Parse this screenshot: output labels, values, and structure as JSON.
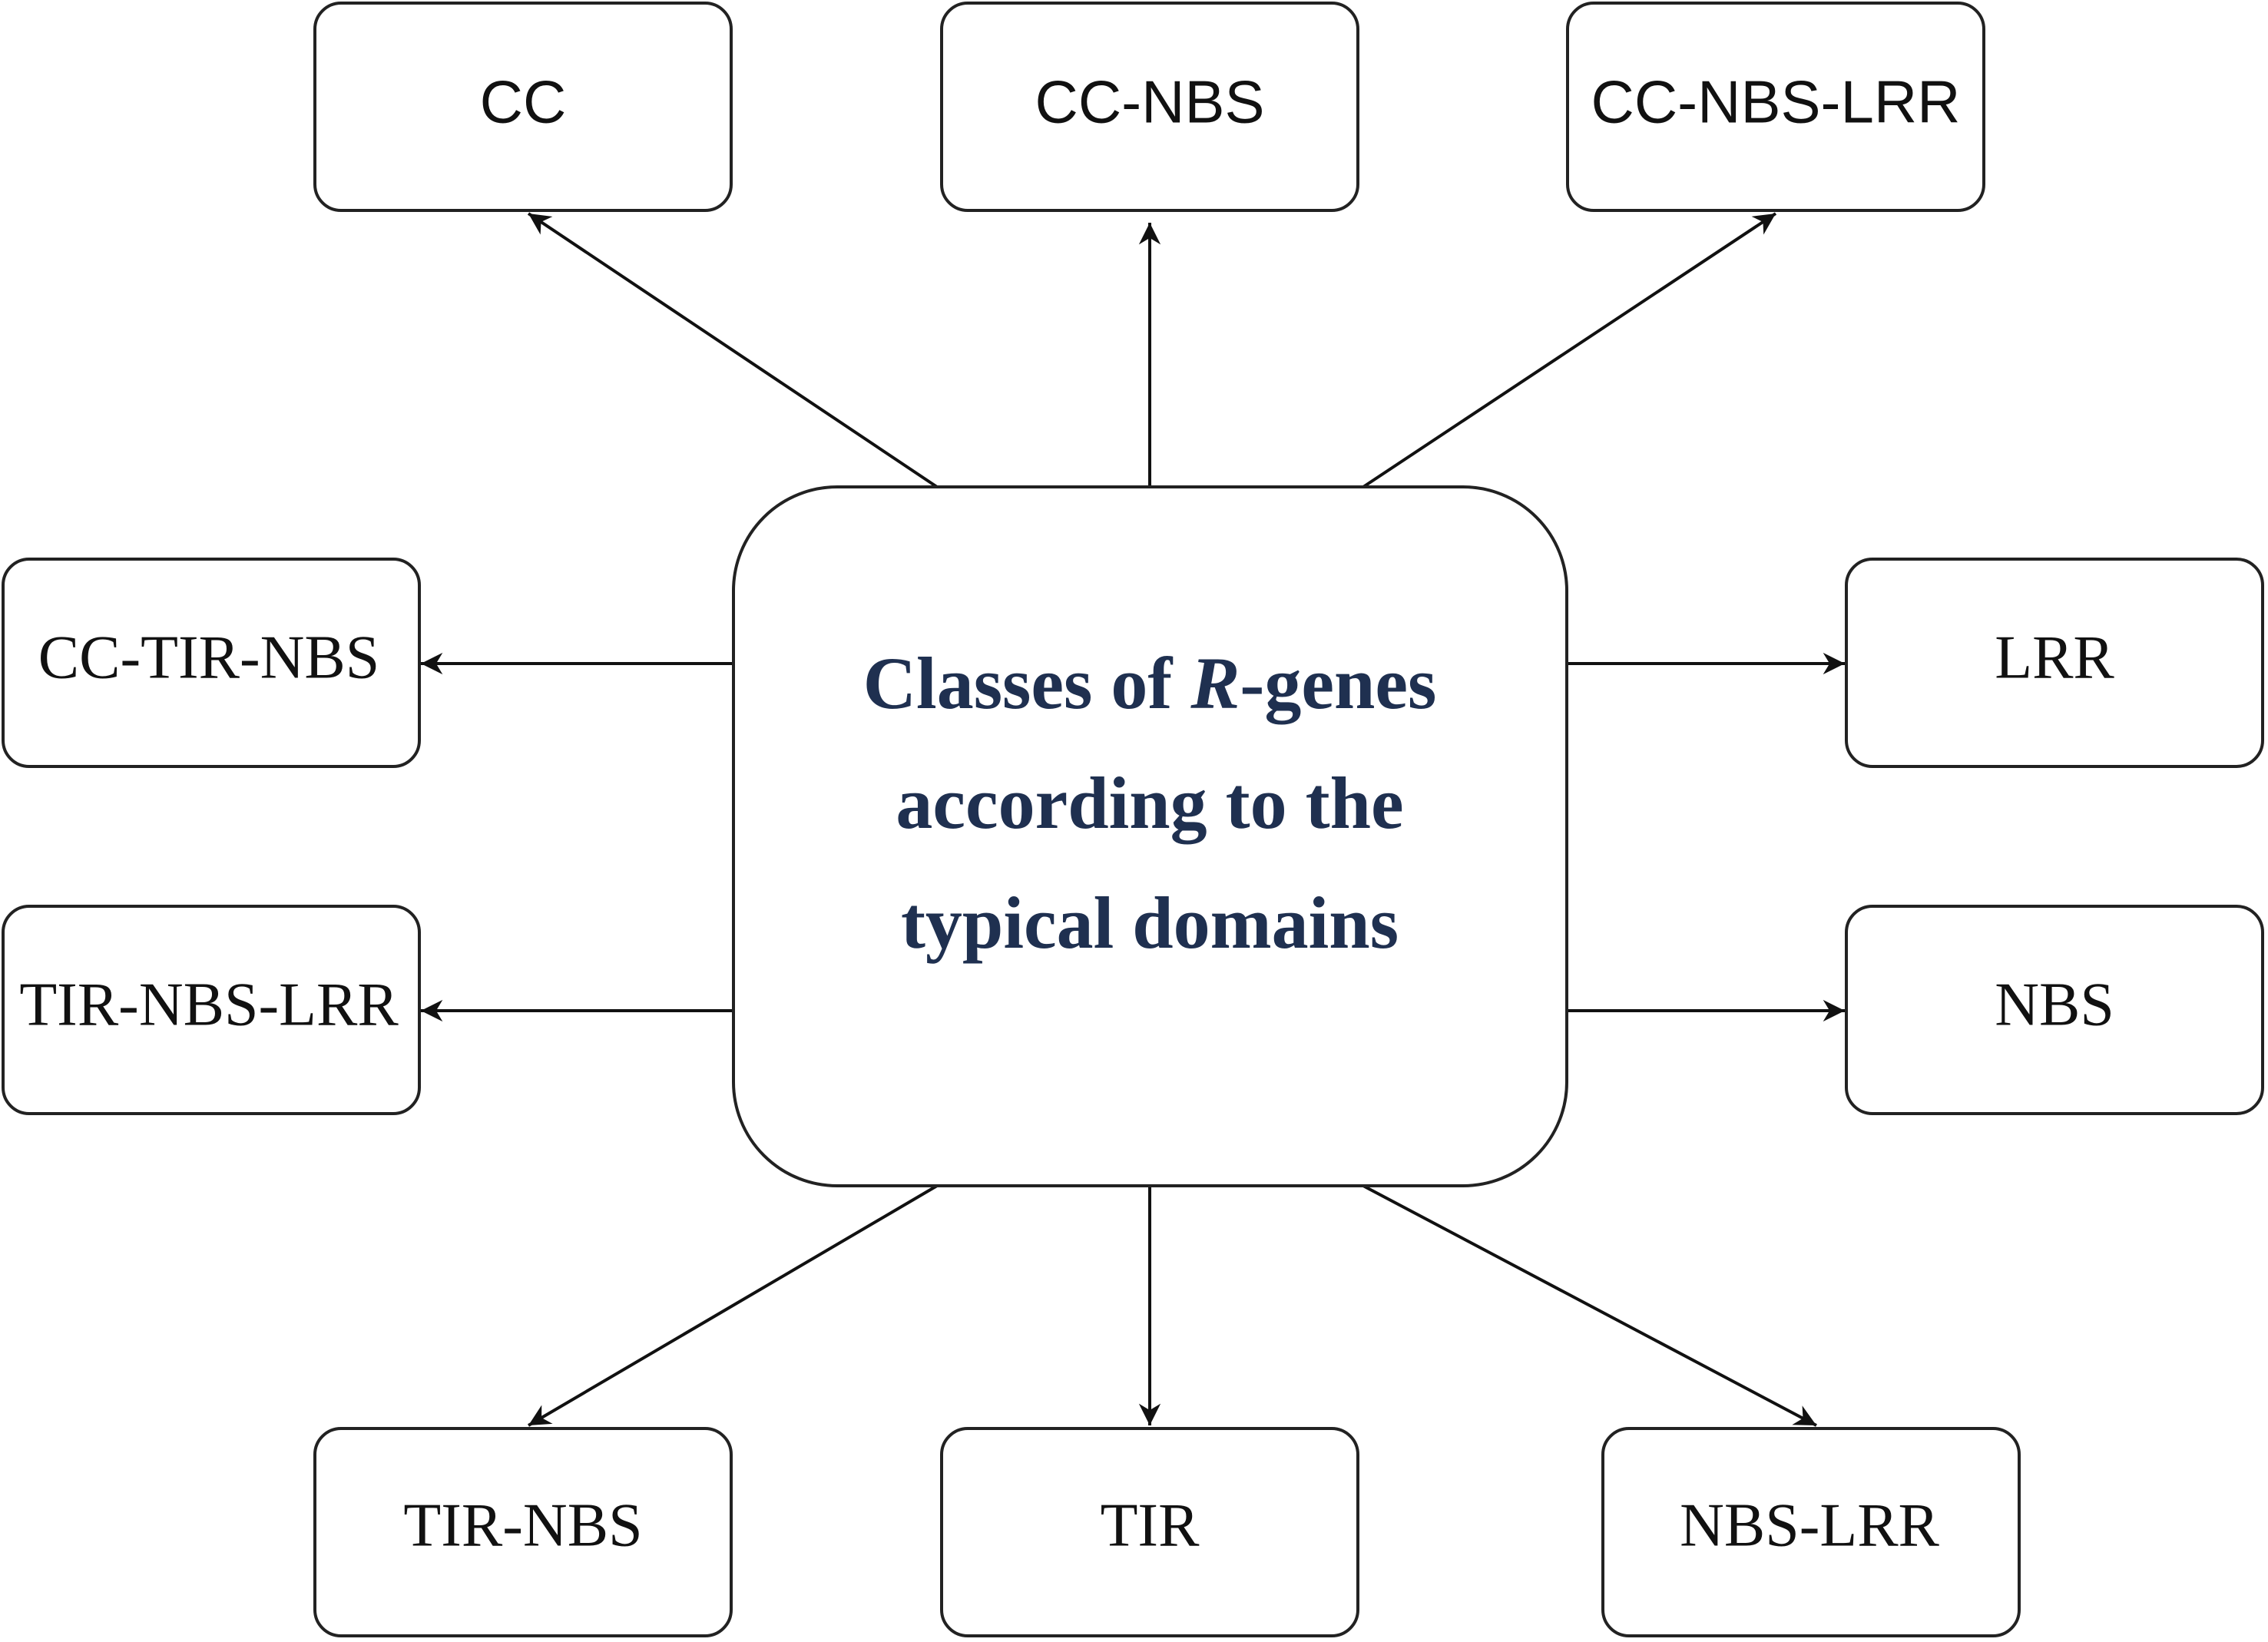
{
  "center": {
    "line1_a": "Classes of ",
    "line1_italic": "R",
    "line1_b": "-genes",
    "line2": "according to the",
    "line3": "typical domains"
  },
  "nodes": {
    "cc": "CC",
    "cc_nbs": "CC-NBS",
    "cc_nbs_lrr": "CC-NBS-LRR",
    "cc_tir_nbs": "CC-TIR-NBS",
    "lrr": "LRR",
    "tir_nbs_lrr": "TIR-NBS-LRR",
    "nbs": "NBS",
    "tir_nbs": "TIR-NBS",
    "tir": "TIR",
    "nbs_lrr": "NBS-LRR"
  }
}
